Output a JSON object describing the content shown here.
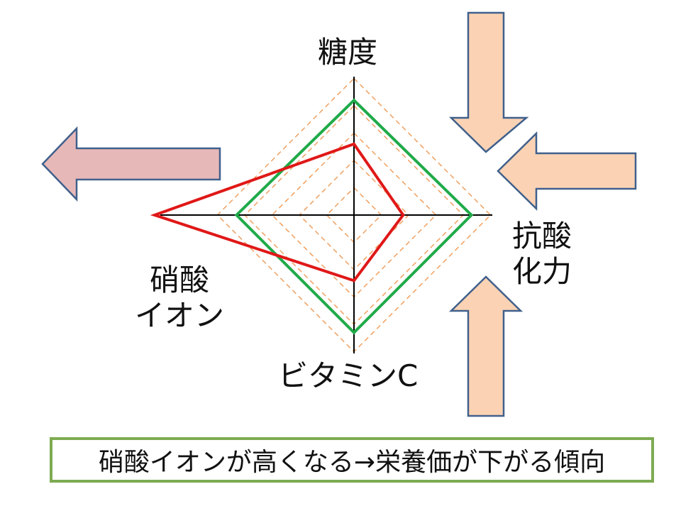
{
  "axis_labels": {
    "top": "糖度",
    "right_line1": "抗酸",
    "right_line2": "化力",
    "left_line1": "硝酸",
    "left_line2": "イオン",
    "bottom": "ビタミンC"
  },
  "note": "硝酸イオンが高くなる→栄養価が下がる傾向",
  "colors": {
    "green_series": "#1faa49",
    "red_series": "#e01818",
    "grid_dashed": "#f0a060",
    "left_arrow_fill": "#e6b8b8",
    "inward_arrow_fill": "#fbd3b4",
    "arrow_stroke": "#40608c",
    "note_border": "#7dab52"
  },
  "arrows": [
    {
      "name": "left-arrow",
      "direction": "left"
    },
    {
      "name": "top-inward-arrow",
      "direction": "down"
    },
    {
      "name": "right-inward-arrow",
      "direction": "left"
    },
    {
      "name": "bottom-inward-arrow",
      "direction": "up"
    }
  ],
  "chart_data": {
    "type": "radar",
    "axes": [
      "糖度",
      "抗酸化力",
      "ビタミンC",
      "硝酸イオン"
    ],
    "rmax": 5,
    "grid_levels": [
      1,
      2,
      3,
      4,
      5
    ],
    "series": [
      {
        "values": [
          4.2,
          4.3,
          4.3,
          4.3
        ],
        "color": "#1faa49"
      },
      {
        "values": [
          2.6,
          1.8,
          2.4,
          7.3
        ],
        "color": "#e01818"
      }
    ]
  }
}
